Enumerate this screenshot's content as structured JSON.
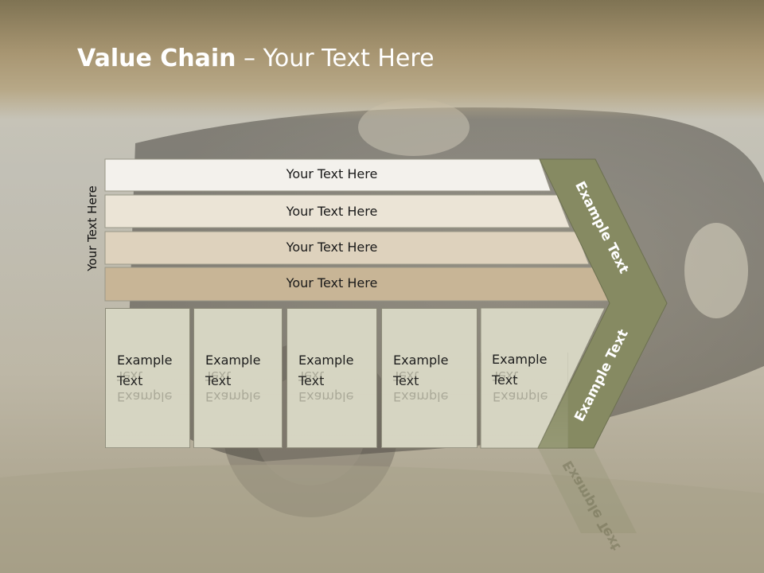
{
  "slide": {
    "title_bold": "Value Chain",
    "title_rest": " – Your Text Here",
    "side_label": "Your Text Here"
  },
  "rows": [
    {
      "label": "Your Text Here",
      "color": "#f3f1ec"
    },
    {
      "label": "Your Text Here",
      "color": "#ebe4d6"
    },
    {
      "label": "Your Text Here",
      "color": "#ded2bd"
    },
    {
      "label": "Your Text Here",
      "color": "#c8b596"
    }
  ],
  "boxes": [
    {
      "line1": "Example",
      "line2": "Text"
    },
    {
      "line1": "Example",
      "line2": "Text"
    },
    {
      "line1": "Example",
      "line2": "Text"
    },
    {
      "line1": "Example",
      "line2": "Text"
    },
    {
      "line1": "Example",
      "line2": "Text"
    }
  ],
  "arrow": {
    "upper_label": "Example Text",
    "lower_label": "Example Text",
    "color": "#868a62"
  },
  "colors": {
    "box_fill": "#d6d5c2",
    "title_band": "#a89672"
  }
}
